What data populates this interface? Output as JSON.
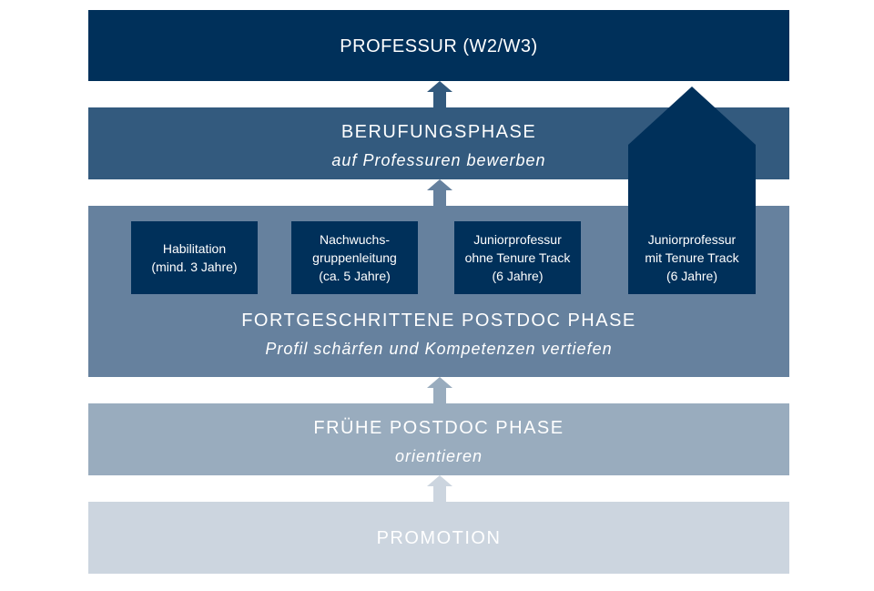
{
  "stages": {
    "professur": {
      "title": "PROFESSUR (W2/W3)"
    },
    "berufungsphase": {
      "title": "BERUFUNGSPHASE",
      "subtitle": "auf Professuren bewerben"
    },
    "fortgeschrittene": {
      "title": "FORTGESCHRITTENE POSTDOC PHASE",
      "subtitle": "Profil schärfen und Kompetenzen vertiefen"
    },
    "fruehe": {
      "title": "FRÜHE POSTDOC PHASE",
      "subtitle": "orientieren"
    },
    "promotion": {
      "title": "PROMOTION"
    }
  },
  "paths": [
    {
      "lines": [
        "Habilitation",
        "(mind. 3 Jahre)"
      ]
    },
    {
      "lines": [
        "Nachwuchs-",
        "gruppenleitung",
        "(ca. 5 Jahre)"
      ]
    },
    {
      "lines": [
        "Juniorprofessur",
        "ohne Tenure Track",
        "(6 Jahre)"
      ]
    },
    {
      "lines": [
        "Juniorprofessur",
        "mit Tenure Track",
        "(6 Jahre)"
      ]
    }
  ],
  "colors": {
    "professur": "#00305a",
    "berufungsphase": "#335a7e",
    "fortgeschrittene": "#66819e",
    "fruehe": "#99acbe",
    "promotion": "#ccd5df",
    "box": "#00305a"
  }
}
